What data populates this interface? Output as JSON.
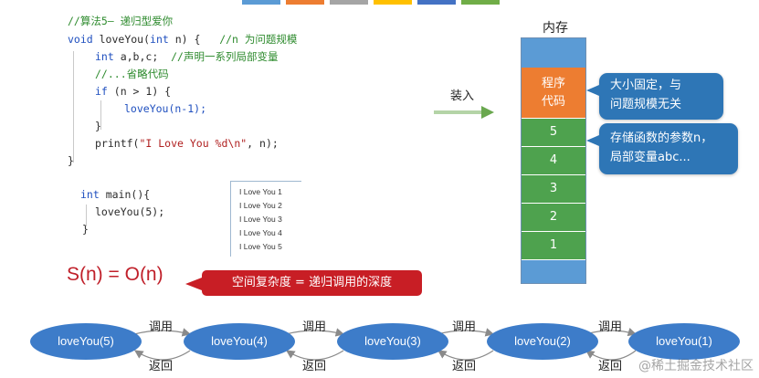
{
  "top_bar_colors": [
    "#5b9bd5",
    "#ed7d31",
    "#a5a5a5",
    "#ffc000",
    "#4472c4",
    "#70ad47"
  ],
  "code": {
    "comment_title": "//算法5— 递归型爱你",
    "sig_void": "void",
    "sig_name": " loveYou(",
    "sig_int": "int",
    "sig_param": " n) {",
    "sig_comment": "//n 为问题规模",
    "decl_int": "int",
    "decl_vars": " a,b,c;",
    "decl_comment": "//声明一系列局部变量",
    "omit_comment": "//...省略代码",
    "if_kw": "if",
    "if_cond": " (n > 1) {",
    "recursive_call": "loveYou(n-1);",
    "close_inner": "}",
    "printf_fn": "printf(",
    "printf_str": "\"I Love You %d\\n\"",
    "printf_rest": ", n);",
    "close_outer": "}"
  },
  "main_code": {
    "int_kw": "int",
    "main_sig": " main(){",
    "call": "loveYou(5);",
    "close": "}"
  },
  "console_output": [
    "I Love You 1",
    "I Love You 2",
    "I Love You 3",
    "I Love You 4",
    "I Love You 5"
  ],
  "complexity": {
    "formula": "S(n) = O(n)",
    "callout": "空间复杂度 = 递归调用的深度"
  },
  "load_label": "装入",
  "memory": {
    "title": "内存",
    "program_code_line1": "程序",
    "program_code_line2": "代码",
    "frames": [
      "5",
      "4",
      "3",
      "2",
      "1"
    ]
  },
  "tips": {
    "code_tip_line1": "大小固定，与",
    "code_tip_line2": "问题规模无关",
    "frame_tip_line1": "存储函数的参数n，",
    "frame_tip_line2": "局部变量abc..."
  },
  "call_chain": {
    "nodes": [
      "loveYou(5)",
      "loveYou(4)",
      "loveYou(3)",
      "loveYou(2)",
      "loveYou(1)"
    ],
    "call_label": "调用",
    "return_label": "返回"
  },
  "watermark": "@稀土掘金技术社区",
  "colors": {
    "memory_blue": "#5b9bd5",
    "program_orange": "#ed7d31",
    "frame_green": "#4ea24e",
    "tip_blue": "#2e76b6",
    "callout_red": "#c81e25",
    "node_blue": "#3d7cc9"
  }
}
